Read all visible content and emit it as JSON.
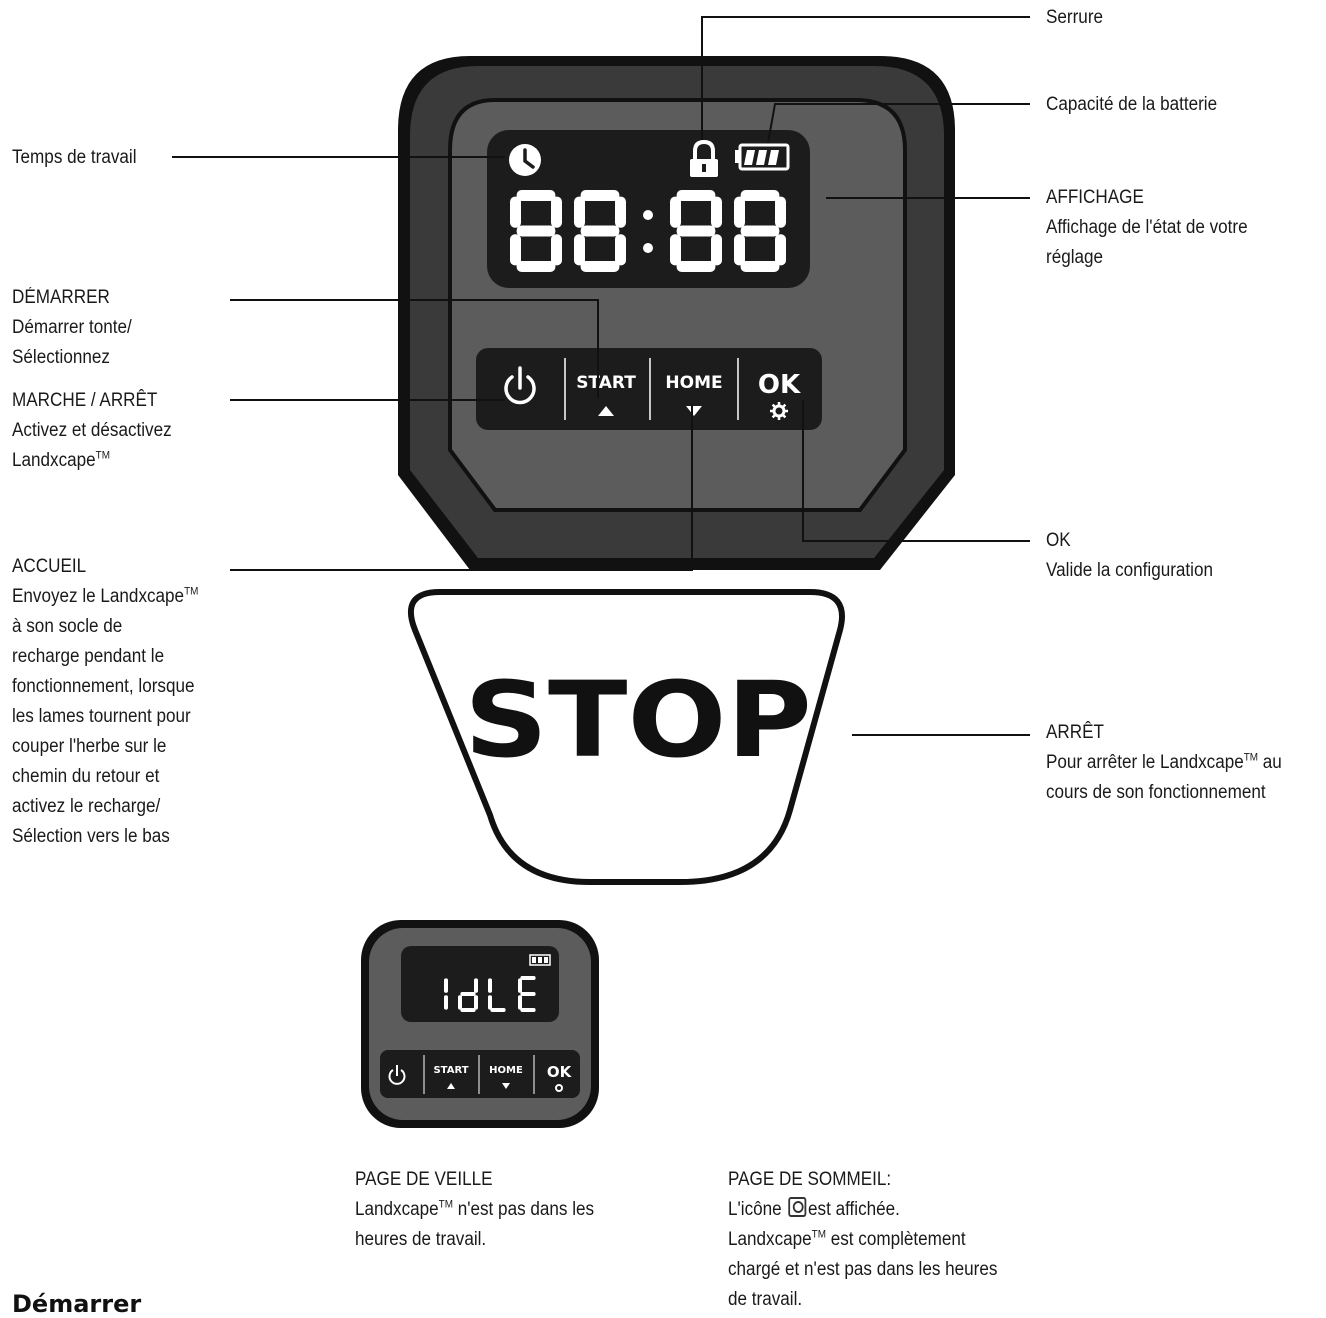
{
  "callouts": {
    "serrure": "Serrure",
    "batterie": "Capacité de la batterie",
    "temps": "Temps de travail",
    "affichage_title": "AFFICHAGE",
    "affichage_l1": "Affichage de l'état de votre",
    "affichage_l2": "réglage",
    "demarrer_title": "DÉMARRER",
    "demarrer_l1": "Démarrer tonte/",
    "demarrer_l2": "Sélectionnez",
    "marche_title": "MARCHE / ARRÊT",
    "marche_l1": "Activez et désactivez",
    "marche_l2": "Landxcape",
    "accueil_title": "ACCUEIL",
    "accueil_l1": "Envoyez le Landxcape",
    "accueil_l2": "à son socle de",
    "accueil_l3": "recharge pendant le",
    "accueil_l4": "fonctionnement, lorsque",
    "accueil_l5": "les lames tournent pour",
    "accueil_l6": "couper l'herbe sur le",
    "accueil_l7": "chemin du retour et",
    "accueil_l8": "activez le recharge/",
    "accueil_l9": "Sélection vers le bas",
    "ok_title": "OK",
    "ok_l1": "Valide la configuration",
    "arret_title": "ARRÊT",
    "arret_l1a": "Pour arrêter le Landxcape",
    "arret_l1b": " au",
    "arret_l2": "cours de son fonctionnement",
    "tm": "TM"
  },
  "panel": {
    "display_digits": "88:88",
    "buttons": {
      "start": "START",
      "home": "HOME",
      "ok": "OK"
    },
    "stop_label": "STOP"
  },
  "mini_panel": {
    "display_text": "IdLE",
    "buttons": {
      "start": "START",
      "home": "HOME",
      "ok": "OK"
    }
  },
  "captions": {
    "veille_title": "PAGE DE VEILLE",
    "veille_l1a": "Landxcape",
    "veille_l1b": " n'est pas dans les",
    "veille_l2": "heures de travail.",
    "sommeil_title": "PAGE DE SOMMEIL:",
    "sommeil_l1a": "L'icône ",
    "sommeil_l1b": "est affichée.",
    "sommeil_l2a": "Landxcape",
    "sommeil_l2b": " est complètement",
    "sommeil_l3": "chargé et n'est pas dans les heures",
    "sommeil_l4": "de travail."
  },
  "section_heading": "Démarrer",
  "colors": {
    "panel_outer": "#3a3a3a",
    "panel_inner": "#5a5a5a",
    "screen": "#1c1c1c",
    "segment": "#ffffff"
  },
  "icons": [
    "clock-icon",
    "lock-icon",
    "battery-icon",
    "power-icon",
    "up-arrow-icon",
    "down-arrow-icon",
    "gear-icon"
  ]
}
